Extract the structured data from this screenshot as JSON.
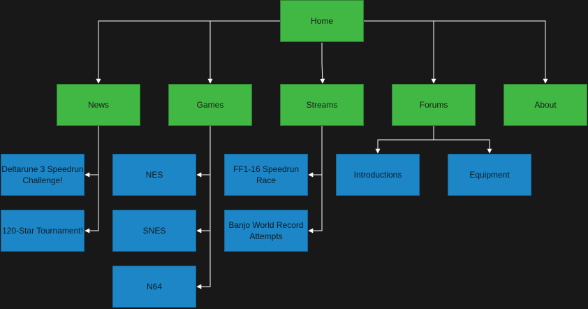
{
  "diagram": {
    "colors": {
      "background": "#181818",
      "primary_node": "#41b843",
      "child_node": "#1c86c6",
      "edge": "#ffffff"
    },
    "root": {
      "label": "Home"
    },
    "sections": {
      "news": {
        "label": "News"
      },
      "games": {
        "label": "Games"
      },
      "streams": {
        "label": "Streams"
      },
      "forums": {
        "label": "Forums"
      },
      "about": {
        "label": "About"
      }
    },
    "children": {
      "news_1": {
        "label": "Deltarune 3 Speedrun Challenge!"
      },
      "news_2": {
        "label": "120-Star Tournament!"
      },
      "games_1": {
        "label": "NES"
      },
      "games_2": {
        "label": "SNES"
      },
      "games_3": {
        "label": "N64"
      },
      "streams_1": {
        "label": "FF1-16 Speedrun Race"
      },
      "streams_2": {
        "label": "Banjo World Record Attempts"
      },
      "forums_1": {
        "label": "Introductions"
      },
      "forums_2": {
        "label": "Equipment"
      }
    },
    "edges": [
      {
        "from": "Home",
        "to": "News"
      },
      {
        "from": "Home",
        "to": "Games"
      },
      {
        "from": "Home",
        "to": "Streams"
      },
      {
        "from": "Home",
        "to": "Forums"
      },
      {
        "from": "Home",
        "to": "About"
      },
      {
        "from": "News",
        "to": "Deltarune 3 Speedrun Challenge!"
      },
      {
        "from": "News",
        "to": "120-Star Tournament!"
      },
      {
        "from": "Games",
        "to": "NES"
      },
      {
        "from": "Games",
        "to": "SNES"
      },
      {
        "from": "Games",
        "to": "N64"
      },
      {
        "from": "Streams",
        "to": "FF1-16 Speedrun Race"
      },
      {
        "from": "Streams",
        "to": "Banjo World Record Attempts"
      },
      {
        "from": "Forums",
        "to": "Introductions"
      },
      {
        "from": "Forums",
        "to": "Equipment"
      }
    ]
  }
}
